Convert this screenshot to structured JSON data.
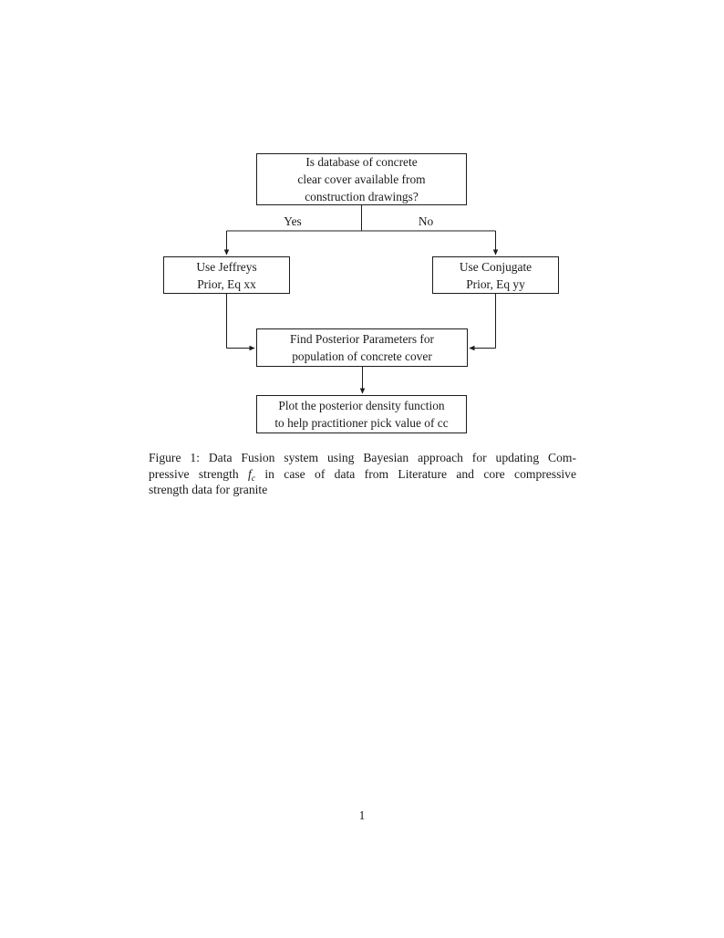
{
  "colors": {
    "ink": "#1c1c1c",
    "background": "#ffffff"
  },
  "flowchart": {
    "top_box": {
      "lines": [
        "Is database of concrete",
        "clear cover available from",
        "construction drawings?"
      ]
    },
    "yes_label": "Yes",
    "no_label": "No",
    "left_box": {
      "lines": [
        "Use Jeffreys",
        "Prior, Eq xx"
      ]
    },
    "right_box": {
      "lines": [
        "Use Conjugate",
        "Prior, Eq yy"
      ]
    },
    "middle_box": {
      "lines": [
        "Find Posterior Parameters for",
        "population of concrete cover"
      ]
    },
    "bottom_box": {
      "lines": [
        "Plot the posterior density function",
        "to help practitioner pick value of cc"
      ]
    }
  },
  "caption": {
    "line1": "Figure 1: Data Fusion system using Bayesian approach for updating Com-",
    "line2_pre": "pressive strength ",
    "math_var": "f",
    "math_sub": "c",
    "line2_post": " in case of data from Literature and core compressive",
    "line3": "strength data for granite"
  },
  "page": {
    "number": "1"
  }
}
